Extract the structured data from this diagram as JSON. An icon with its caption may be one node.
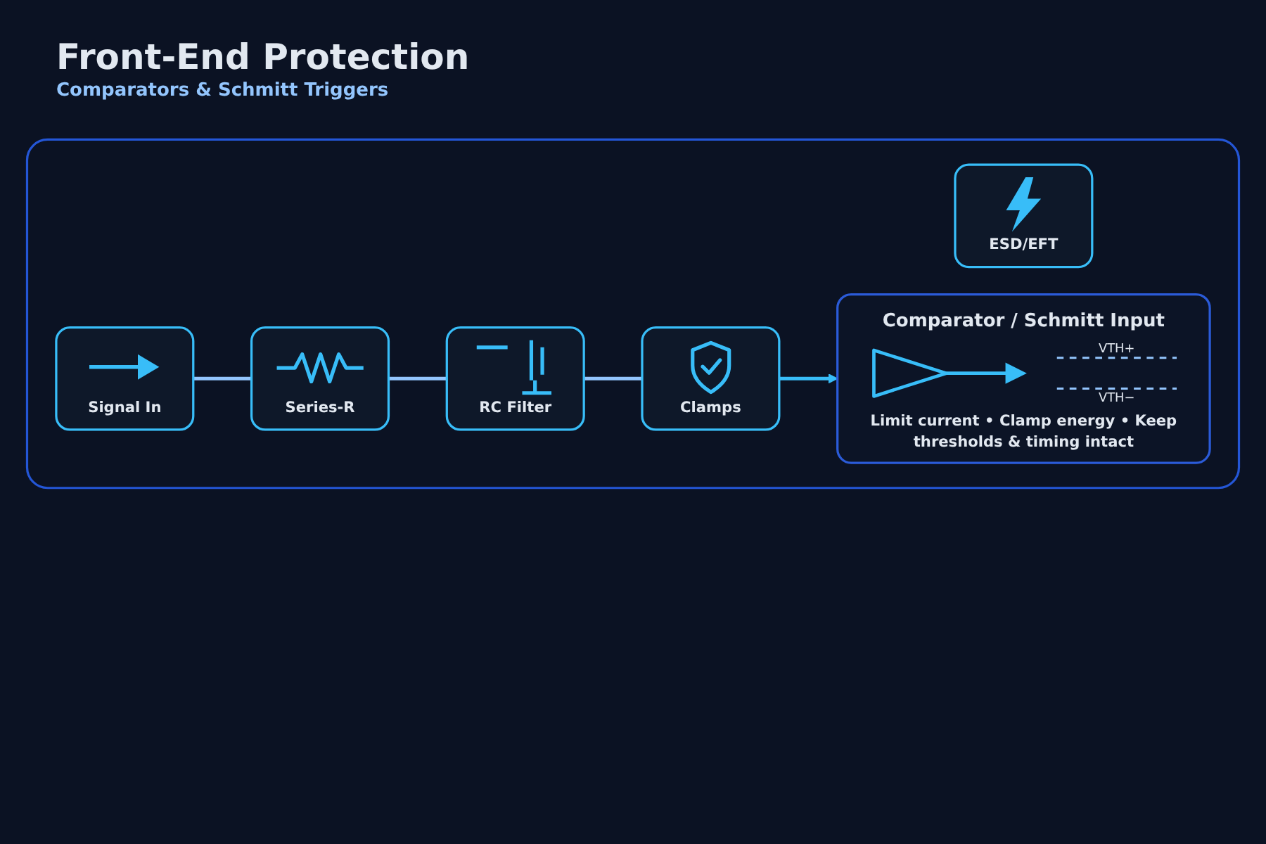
{
  "diagram": {
    "title": "Front-End Protection",
    "nodes": [
      {
        "text": [],
        "shape": "box"
      },
      {
        "text": [
          "ESD/EFT"
        ],
        "in": 0
      },
      {
        "text": [
          "Signal In"
        ],
        "in": 0
      },
      {
        "text": [
          "Series-R"
        ],
        "in": 0
      },
      {
        "text": [
          "RC Filter"
        ],
        "in": 0
      },
      {
        "text": [
          "Clamps"
        ],
        "in": 0
      },
      {
        "text": [
          "Comparator / Schmitt Input",
          "VTH+",
          "VTH−",
          "Limit current • Clamp energy • Keep thresholds & timing intact"
        ],
        "in": 0
      }
    ],
    "edges": [
      {
        "from": 2,
        "to": 3,
        "arrow": "none"
      },
      {
        "from": 3,
        "to": 4,
        "arrow": "none"
      },
      {
        "from": 4,
        "to": 5,
        "arrow": "none"
      },
      {
        "from": 5,
        "to": 6,
        "arrow": "to",
        "color": "#38bdf8"
      }
    ],
    "labels": [
      "Comparators & Schmitt Triggers"
    ]
  }
}
